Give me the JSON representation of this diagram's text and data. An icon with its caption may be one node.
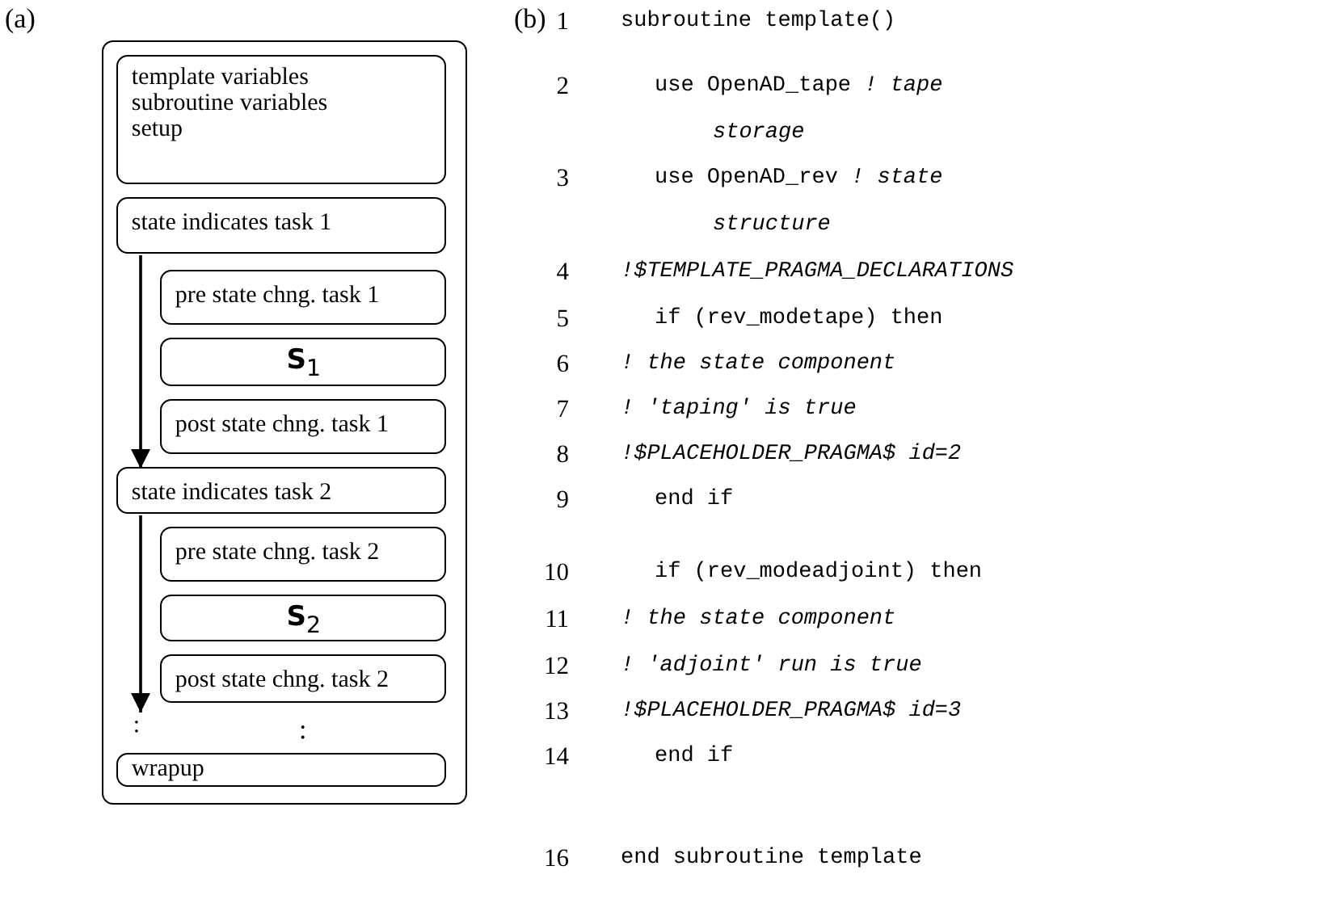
{
  "diagram": {
    "nodes": [
      {
        "text": [],
        "shape": "box"
      },
      {
        "text": [
          "template variables",
          "subroutine variables",
          "setup"
        ],
        "in": 0
      },
      {
        "text": [
          "state indicates task 1"
        ],
        "in": 0
      },
      {
        "text": [
          "pre state chng. task 1"
        ],
        "in": 0
      },
      {
        "text": [
          "**S**$_{1}$"
        ],
        "in": 0
      },
      {
        "text": [
          "post state chng. task 1"
        ],
        "in": 0
      },
      {
        "text": [
          "state indicates task 2"
        ],
        "in": 0
      },
      {
        "text": [
          "pre state chng. task 2"
        ],
        "in": 0
      },
      {
        "text": [
          "**S**$_{2}$"
        ],
        "in": 0
      },
      {
        "text": [
          "post state chng. task 2"
        ],
        "in": 0
      },
      {
        "text": [
          ":"
        ],
        "in": 0
      },
      {
        "text": [
          "wrapup"
        ],
        "in": 0
      }
    ],
    "edges": [
      {
        "from": 2,
        "to": 6,
        "arrow": "to"
      },
      {
        "from": 6,
        "to": 10,
        "arrow": "to"
      }
    ],
    "labels": [
      "(a)",
      ":",
      "(b)",
      "1",
      "subroutine template()",
      "2",
      "use OpenAD_tape *! tape storage*",
      "3",
      "use OpenAD_rev *! state structure*",
      "4",
      "!$TEMPLATE_PRAGMA_DECLARATIONS",
      "5",
      "if (rev_modetape) then",
      "6",
      "! the state component",
      "7",
      "! 'taping' is true",
      "8",
      "!$PLACEHOLDER_PRAGMA$ id=2",
      "9",
      "end if",
      "10",
      "if (rev_modeadjoint) then",
      "11",
      "! the state component",
      "12",
      "! 'adjoint' run is true",
      "13",
      "!$PLACEHOLDER_PRAGMA$ id=3",
      "14",
      "end if",
      "16",
      "end subroutine template"
    ]
  }
}
